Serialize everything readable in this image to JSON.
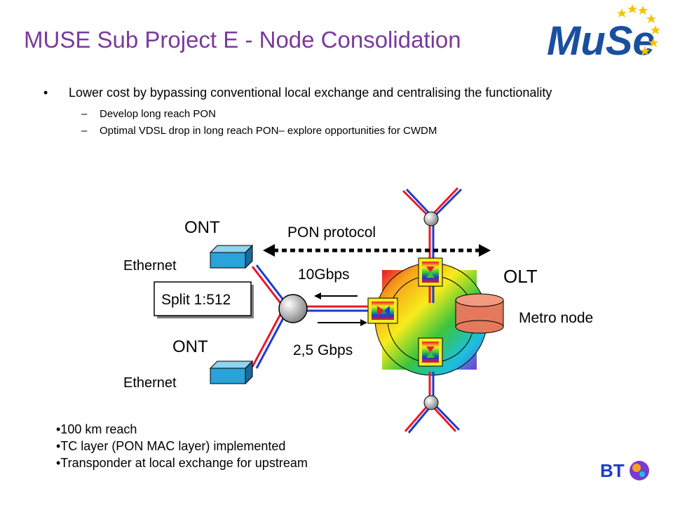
{
  "slide": {
    "title": "MUSE Sub Project E - Node Consolidation",
    "logo_text": "MuSe",
    "bullet_marker": "•",
    "dash_marker": "–",
    "bullet_main": "Lower cost by bypassing conventional local exchange and centralising the functionality",
    "sub_bullets": [
      "Develop long reach  PON",
      "Optimal VDSL drop in long reach PON– explore opportunities for CWDM"
    ],
    "notes": [
      "•100 km reach",
      "•TC layer (PON MAC layer) implemented",
      "•Transponder at local exchange for upstream"
    ],
    "footer_logo_text": "BT"
  },
  "diagram": {
    "ont_top": "ONT",
    "ethernet_top": "Ethernet",
    "split": "Split 1:512",
    "ont_bottom": "ONT",
    "ethernet_bottom": "Ethernet",
    "pon_protocol": "PON protocol",
    "downstream": "10Gbps",
    "upstream": "2,5 Gbps",
    "olt": "OLT",
    "metro_node": "Metro node"
  },
  "colors": {
    "title": "#7a3a9a",
    "logo_blue": "#1a4fa0",
    "logo_star": "#f5c400",
    "fiber_red": "#e8192c",
    "fiber_blue": "#1a3ccf",
    "ont_box": "#29a3d8",
    "metro_node": "#e37a5c"
  }
}
